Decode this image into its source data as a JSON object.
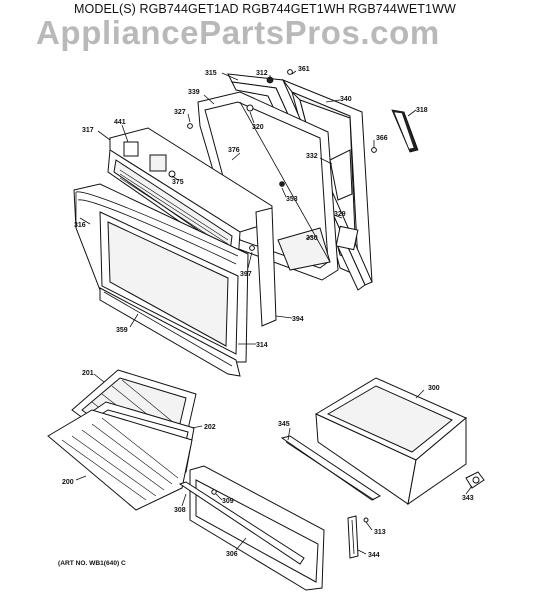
{
  "header": {
    "models": "MODEL(S) RGB744GET1AD  RGB744GET1WH  RGB744WET1WW"
  },
  "watermark": {
    "text": "AppliancePartsPros.com"
  },
  "footer": {
    "art_no": "(ART NO. WB1(640) C"
  },
  "callouts": {
    "c312": "312",
    "c361": "361",
    "c315": "315",
    "c339": "339",
    "c340": "340",
    "c318": "318",
    "c327": "327",
    "c320": "320",
    "c441": "441",
    "c317": "317",
    "c366": "366",
    "c376": "376",
    "c332": "332",
    "c375": "375",
    "c353": "353",
    "c329": "329",
    "c316": "316",
    "c330": "330",
    "c397": "397",
    "c394": "394",
    "c359": "359",
    "c314": "314",
    "c201": "201",
    "c300": "300",
    "c202": "202",
    "c345": "345",
    "c200": "200",
    "c309": "309",
    "c343": "343",
    "c308": "308",
    "c313": "313",
    "c306": "306",
    "c344": "344"
  }
}
